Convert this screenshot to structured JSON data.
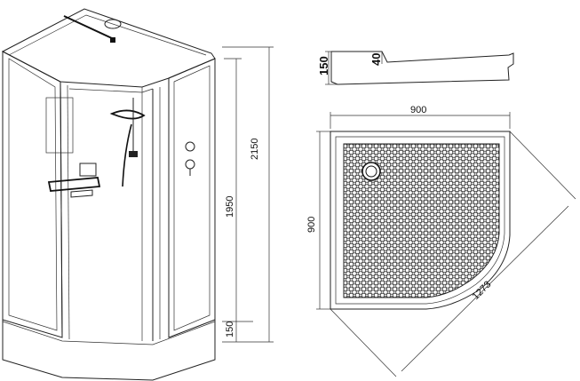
{
  "dimensions": {
    "total_height": "2150",
    "cabin_height": "1950",
    "tray_height": "150",
    "tray_side_height": "150",
    "tray_step": "40",
    "tray_width": "900",
    "tray_depth": "900",
    "tray_diagonal": "1273"
  }
}
